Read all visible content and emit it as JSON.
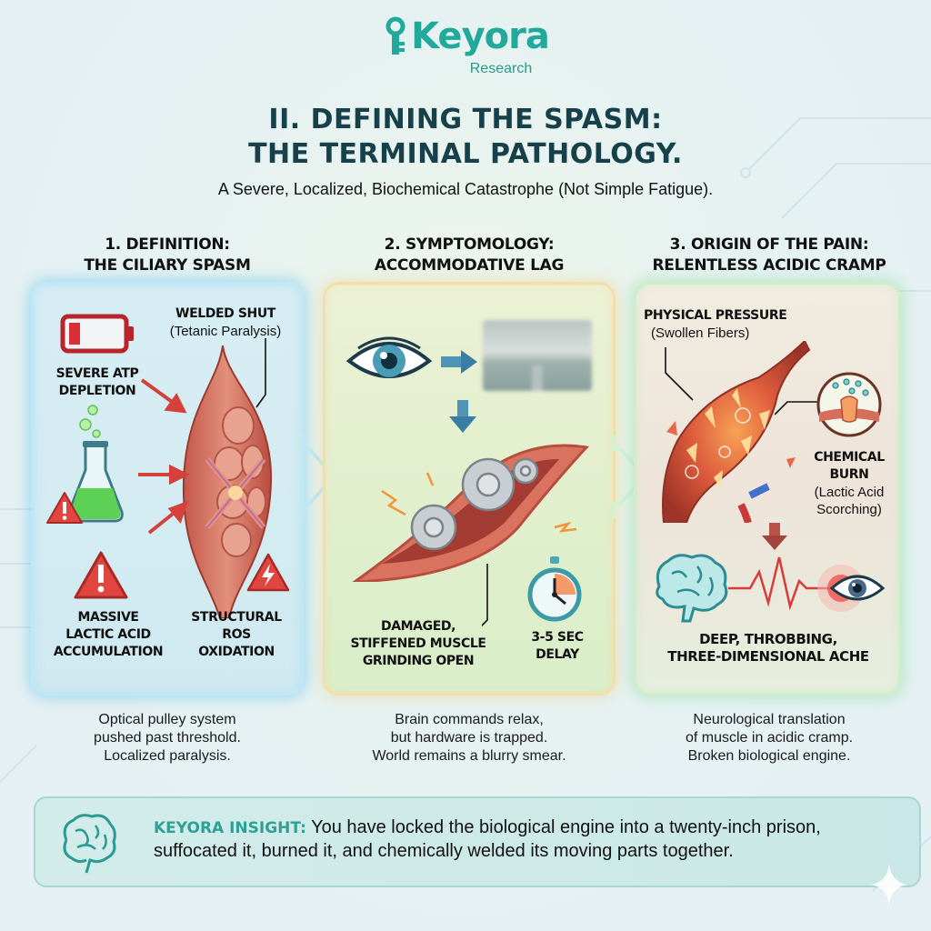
{
  "brand": {
    "name": "Keyora",
    "tagline": "Research",
    "accent_color": "#21a99b"
  },
  "header": {
    "title_line1": "II. DEFINING THE SPASM:",
    "title_line2": "THE TERMINAL PATHOLOGY.",
    "subtitle": "A Severe, Localized, Biochemical Catastrophe (Not Simple Fatigue).",
    "title_color": "#16404a"
  },
  "columns": [
    {
      "heading_line1": "1. DEFINITION:",
      "heading_line2": "THE CILIARY SPASM",
      "panel_color": "#bde9f7",
      "labels": {
        "welded_title": "WELDED SHUT",
        "welded_sub": "(Tetanic Paralysis)",
        "atp_line1": "SEVERE ATP",
        "atp_line2": "DEPLETION",
        "lactic_line1": "MASSIVE",
        "lactic_line2": "LACTIC ACID",
        "lactic_line3": "ACCUMULATION",
        "ros_line1": "STRUCTURAL",
        "ros_line2": "ROS",
        "ros_line3": "OXIDATION"
      },
      "icons": [
        "low-battery-icon",
        "flask-icon",
        "warning-icon",
        "muscle-fiber-icon",
        "cross-mark-icon",
        "lightning-warning-icon"
      ],
      "caption": [
        "Optical pulley system",
        "pushed past threshold.",
        "Localized paralysis."
      ]
    },
    {
      "heading_line1": "2. SYMPTOMOLOGY:",
      "heading_line2": "ACCOMMODATIVE LAG",
      "panel_color": "#f3dea9",
      "labels": {
        "muscle_line1": "DAMAGED,",
        "muscle_line2": "STIFFENED MUSCLE",
        "muscle_line3": "GRINDING OPEN",
        "delay_line1": "3-5 SEC",
        "delay_line2": "DELAY"
      },
      "icons": [
        "eye-icon",
        "arrow-right-icon",
        "blurry-road-image",
        "arrow-down-icon",
        "gears-muscle-icon",
        "stopwatch-icon"
      ],
      "caption": [
        "Brain commands relax,",
        "but hardware is trapped.",
        "World remains a blurry smear."
      ]
    },
    {
      "heading_line1": "3. ORIGIN OF THE PAIN:",
      "heading_line2": "RELENTLESS ACIDIC CRAMP",
      "panel_color": "#cdeec9",
      "labels": {
        "pressure_title": "PHYSICAL PRESSURE",
        "pressure_sub": "(Swollen Fibers)",
        "burn_line1": "CHEMICAL",
        "burn_line2": "BURN",
        "burn_sub1": "(Lactic Acid",
        "burn_sub2": "Scorching)",
        "ache_line1": "DEEP, THROBBING,",
        "ache_line2": "THREE-DIMENSIONAL ACHE"
      },
      "icons": [
        "swollen-muscle-icon",
        "receptor-icon",
        "arrow-down-icon",
        "brain-icon",
        "pulse-line-icon",
        "red-eye-icon"
      ],
      "caption": [
        "Neurological translation",
        "of muscle in acidic cramp.",
        "Broken biological engine."
      ]
    }
  ],
  "insight": {
    "label": "KEYORA INSIGHT:",
    "text": " You have locked the biological engine into a twenty-inch prison, suffocated it, burned it, and chemically welded its moving parts together.",
    "icon": "brain-outline-icon",
    "label_color": "#2ea096"
  }
}
